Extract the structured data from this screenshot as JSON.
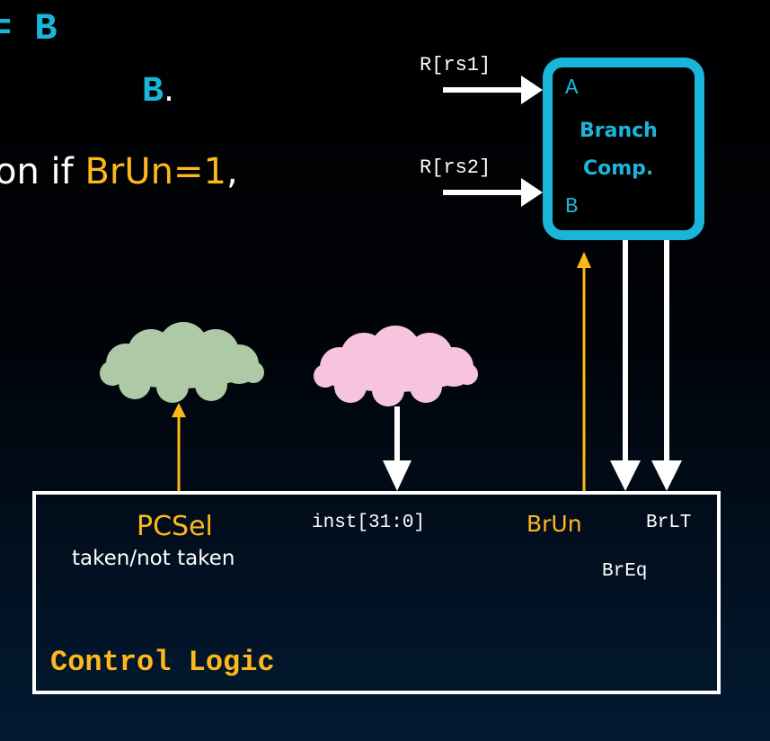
{
  "colors": {
    "white": "#ffffff",
    "accent": "#1ab6d9",
    "orange": "#ffb81c",
    "green_cloud": "#adc9a6",
    "pink_cloud": "#f7c4de"
  },
  "bullets": {
    "line1": "= B",
    "line2_bold": "B",
    "line2_period": ".",
    "line3_prefix": "on if ",
    "line3_highlight": "BrUn=1",
    "line3_suffix": ","
  },
  "branch_comp": {
    "port_a": "A",
    "port_b": "B",
    "title_line1": "Branch",
    "title_line2": "Comp.",
    "input_rs1": "R[rs1]",
    "input_rs2": "R[rs2]"
  },
  "control_logic": {
    "title": "Control Logic",
    "pcsel": "PCSel",
    "pcsel_sub": "taken/not taken",
    "inst": "inst[31:0]",
    "brun": "BrUn",
    "brlt": "BrLT",
    "breq": "BrEq"
  }
}
